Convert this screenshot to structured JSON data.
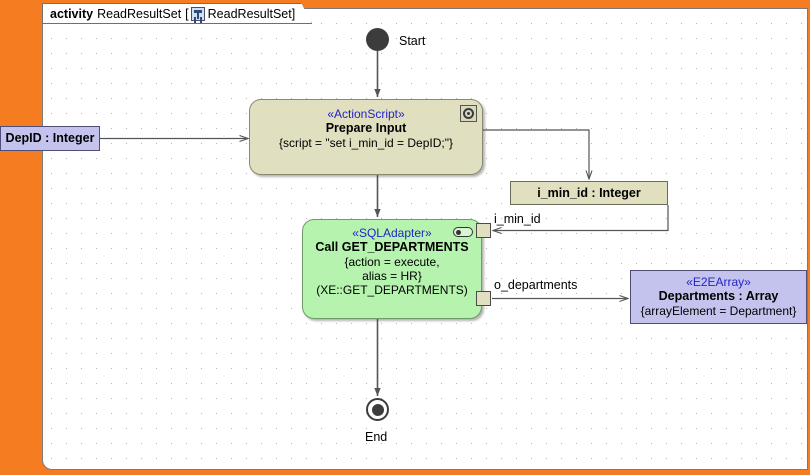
{
  "frame": {
    "keyword": "activity",
    "name": "ReadResultSet",
    "bracket_open": "[",
    "icon": "activity-diagram-icon",
    "ref_name": "ReadResultSet",
    "bracket_close": "]"
  },
  "nodes": {
    "start": {
      "label": "Start",
      "icon": "initial-node-icon"
    },
    "end": {
      "label": "End",
      "icon": "final-node-icon"
    },
    "prepare_input": {
      "stereotype": "«ActionScript»",
      "name": "Prepare Input",
      "properties": "{script = \"set i_min_id = DepID;\"}",
      "badge": "gear-icon",
      "fill": "#e0dfbf",
      "border": "#8a8a70"
    },
    "call_get_departments": {
      "stereotype": "«SQLAdapter»",
      "name": "Call GET_DEPARTMENTS",
      "properties_line1": "{action = execute,",
      "properties_line2": "alias = HR}",
      "properties_line3": "(XE::GET_DEPARTMENTS)",
      "badge": "adapter-pill-icon",
      "fill": "#b5f3ae",
      "border": "#6f9a6a"
    }
  },
  "objects": {
    "depid": {
      "label": "DepID : Integer",
      "fill": "#c3c3ee"
    },
    "i_min_id": {
      "label": "i_min_id : Integer",
      "fill": "#e0dfbf"
    },
    "departments": {
      "stereotype": "«E2EArray»",
      "name": "Departments : Array",
      "properties": "{arrayElement = Department}",
      "fill": "#c3c3ee"
    }
  },
  "pins": {
    "input_pin": {
      "name": "i_min_id"
    },
    "output_pin": {
      "name": "o_departments"
    }
  },
  "edge_labels": {
    "i_min_id": "i_min_id",
    "o_departments": "o_departments"
  },
  "colors": {
    "background": "#f57c20",
    "canvas": "#ffffff",
    "stereotype_text": "#2424c8",
    "edge": "#555555"
  }
}
